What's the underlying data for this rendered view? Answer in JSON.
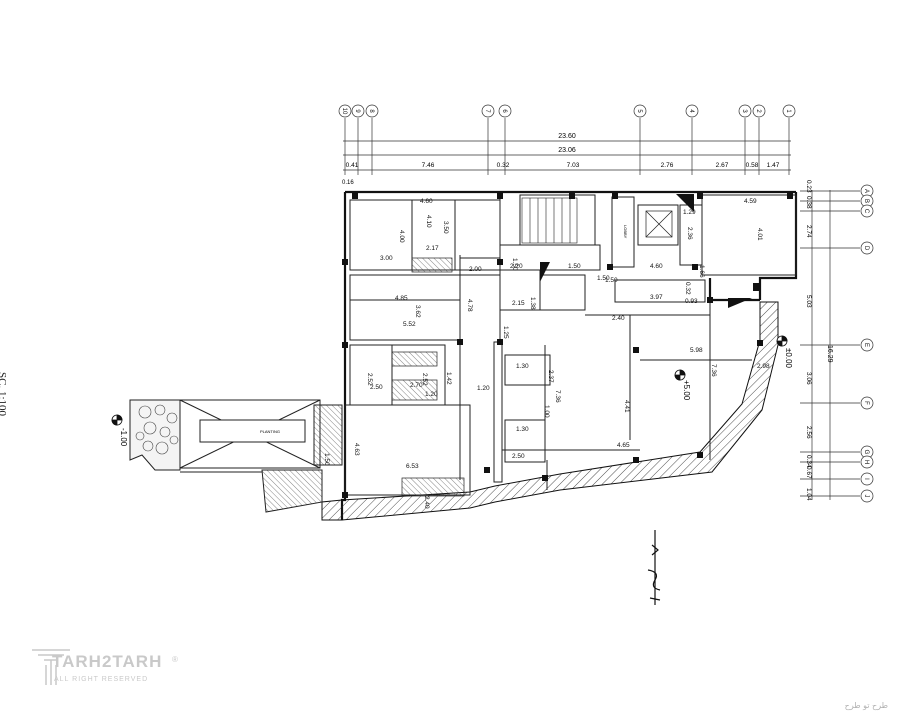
{
  "scale_label": "SC. 1:100",
  "grid_top": [
    "10",
    "9",
    "8",
    "7",
    "6",
    "5",
    "4",
    "3",
    "2",
    "1"
  ],
  "grid_right": [
    "A",
    "B",
    "C",
    "D",
    "E",
    "F",
    "G",
    "H",
    "I",
    "J"
  ],
  "overall_dims": {
    "outer": "23.60",
    "inner": "23.06"
  },
  "top_dims": [
    "0.41",
    "7.46",
    "0.32",
    "7.03",
    "2.76",
    "2.67",
    "0.58",
    "1.47"
  ],
  "top_small": "0.16",
  "right_dims": [
    "0.23",
    "0.38",
    "2.74",
    "5.03",
    "3.06",
    "2.56",
    "0.34",
    "0.67",
    "1.04"
  ],
  "right_total": "16.29",
  "level_main": "±0.00",
  "level_mid": "+5.00",
  "level_left": "-1.00",
  "room_dims": [
    "4.60",
    "4.10",
    "3.50",
    "4.00",
    "3.00",
    "2.17",
    "2.00",
    "2.20",
    "1.50",
    "1.50",
    "1.50",
    "4.85",
    "3.62",
    "5.52",
    "4.78",
    "2.15",
    "1.38",
    "1.25",
    "2.40",
    "2.52",
    "2.52",
    "2.50",
    "2.70",
    "1.42",
    "1.20",
    "1.20",
    "1.30",
    "2.37",
    "1.00",
    "7.36",
    "4.41",
    "5.98",
    "7.36",
    "2.98",
    "4.59",
    "4.01",
    "1.29",
    "2.36",
    "4.60",
    "1.66",
    "3.97",
    "0.93",
    "0.32",
    "1.50",
    "1.30",
    "2.50",
    "4.65",
    "4.63",
    "6.53",
    "1.50",
    "2.40"
  ],
  "elevator_label": "LOBBY",
  "garden_label": "PLANTING",
  "logo": {
    "brand": "TARH2TARH",
    "sub": "ALL RIGHT RESERVED",
    "reg": "®"
  },
  "corner_mark": "طرح تو طرح"
}
